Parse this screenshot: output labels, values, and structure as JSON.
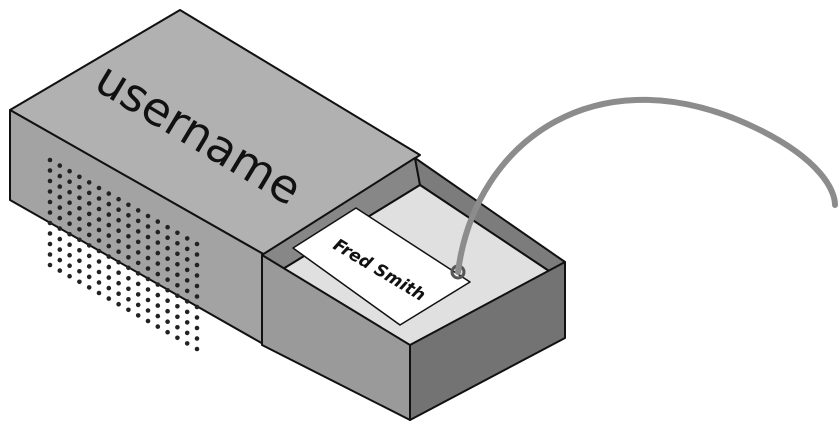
{
  "box": {
    "label": "username"
  },
  "tag": {
    "text": "Fred Smith"
  },
  "colors": {
    "outer_top": "#b1b1b1",
    "outer_front": "#a3a3a3",
    "outer_side": "#8a8a8a",
    "drawer_front": "#9a9a9a",
    "drawer_side": "#737373",
    "drawer_inner_wall": "#878787",
    "drawer_floor": "#e0e0e0",
    "tag_card": "#ffffff",
    "string": "#8c8c8c",
    "outline": "#111111",
    "vent_hole": "#222222"
  },
  "icons": [
    "vent-grille",
    "string-loop"
  ]
}
